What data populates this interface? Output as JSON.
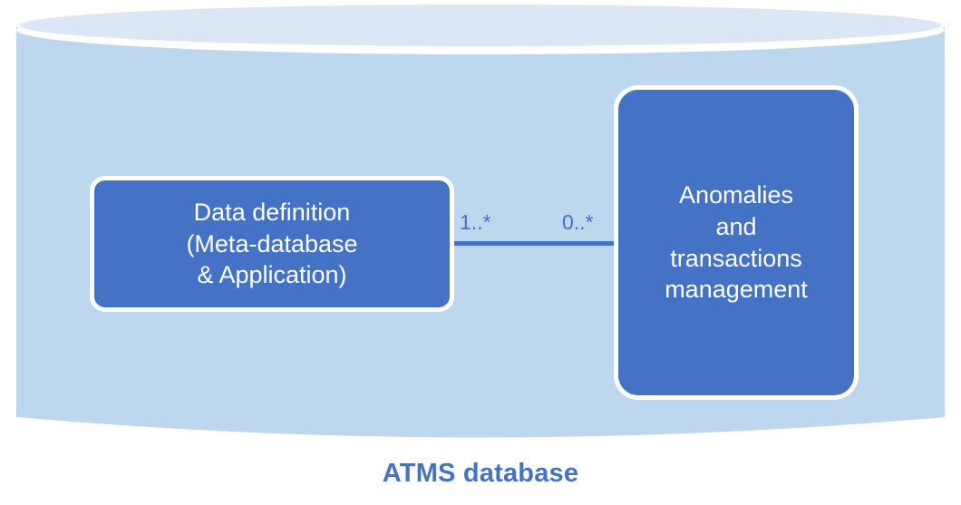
{
  "diagram": {
    "type": "uml-class-diagram",
    "caption": "ATMS database",
    "container": {
      "shape": "cylinder",
      "name": "ATMS database",
      "body_color": "#BDD7EE",
      "top_color": "#DBE7F5",
      "outline_color": "#FFFFFF"
    },
    "nodes": [
      {
        "id": "data-definition",
        "label": "Data definition\n(Meta-database\n& Application)",
        "fill_color": "#4472C4",
        "text_color": "#FFFFFF",
        "border_color": "#FFFFFF"
      },
      {
        "id": "anomalies-transactions",
        "label": "Anomalies\nand\ntransactions\nmanagement",
        "fill_color": "#4472C4",
        "text_color": "#FFFFFF",
        "border_color": "#FFFFFF"
      }
    ],
    "association": {
      "source_multiplicity": "1..*",
      "target_multiplicity": "0..*",
      "line_color": "#4472C4"
    },
    "caption_color": "#4472C4"
  }
}
